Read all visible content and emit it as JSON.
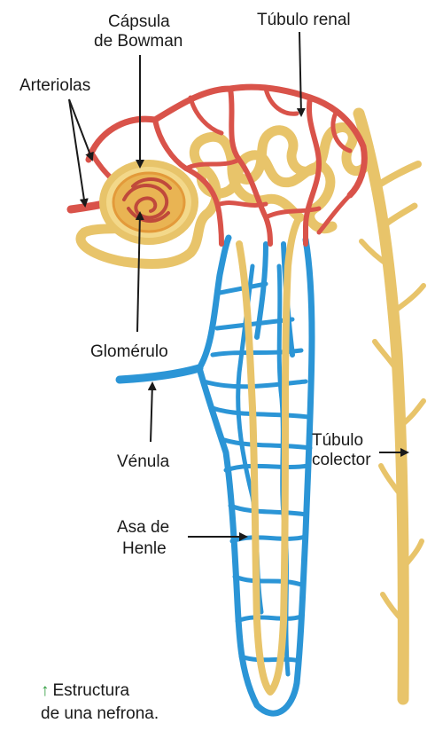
{
  "labels": {
    "capsula_line1": "Cápsula",
    "capsula_line2": "de Bowman",
    "tubulo_renal": "Túbulo renal",
    "arteriolas": "Arteriolas",
    "glomerulo": "Glomérulo",
    "venula": "Vénula",
    "tubulo_colector_line1": "Túbulo",
    "tubulo_colector_line2": "colector",
    "asa_line1": "Asa de",
    "asa_line2": "Henle"
  },
  "caption": {
    "arrow": "↑",
    "line1": "Estructura",
    "line2": "de una nefrona."
  },
  "colors": {
    "artery_red": "#d9534a",
    "tubule_yellow": "#e8c46a",
    "vein_blue": "#2b95d6",
    "capsule_orange": "#e39a3a",
    "caption_arrow_green": "#2a9a3a"
  }
}
